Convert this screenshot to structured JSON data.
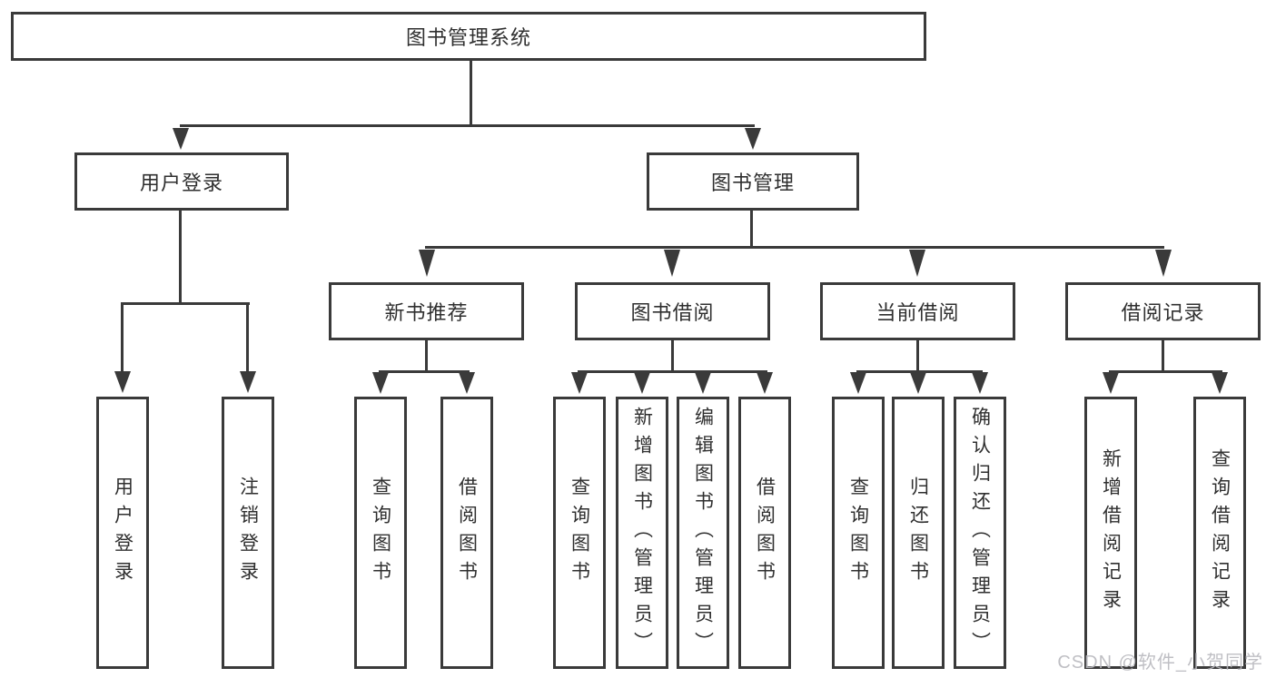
{
  "diagram": {
    "root": "图书管理系统",
    "level2": {
      "user_login": "用户登录",
      "book_mgmt": "图书管理"
    },
    "level3": {
      "new_books": "新书推荐",
      "book_borrow": "图书借阅",
      "current_borrow": "当前借阅",
      "borrow_records": "借阅记录"
    },
    "leaves": {
      "user_login": [
        "用户登录",
        "注销登录"
      ],
      "new_books": [
        "查询图书",
        "借阅图书"
      ],
      "book_borrow": [
        "查询图书",
        "新增图书（管理员）",
        "编辑图书（管理员）",
        "借阅图书"
      ],
      "current_borrow": [
        "查询图书",
        "归还图书",
        "确认归还（管理员）"
      ],
      "borrow_records": [
        "新增借阅记录",
        "查询借阅记录"
      ]
    }
  },
  "watermark": "CSDN @软件_小贺同学",
  "colors": {
    "line": "#3a3a3a",
    "text": "#2f2f2f",
    "watermark": "#b9b9be",
    "background": "#ffffff"
  }
}
